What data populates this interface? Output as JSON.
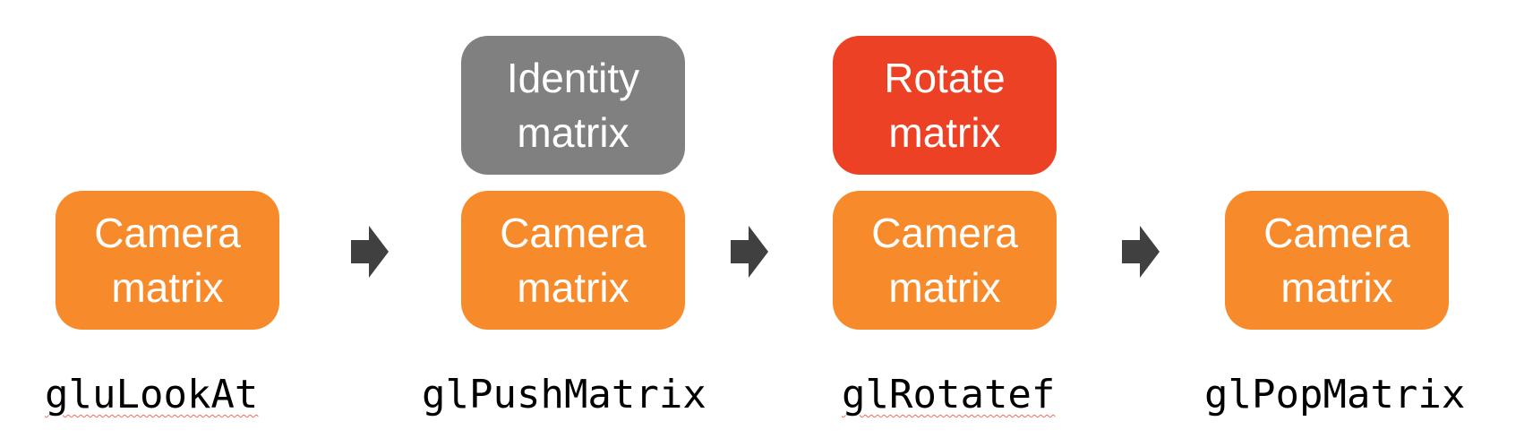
{
  "diagram": {
    "columns": [
      {
        "function": "gluLookAt",
        "spellcheck_underline": true,
        "boxes": [
          {
            "kind": "camera",
            "text": "Camera matrix"
          }
        ]
      },
      {
        "function": "glPushMatrix",
        "spellcheck_underline": false,
        "boxes": [
          {
            "kind": "identity",
            "text": "Identity matrix"
          },
          {
            "kind": "camera",
            "text": "Camera matrix"
          }
        ]
      },
      {
        "function": "glRotatef",
        "spellcheck_underline": true,
        "boxes": [
          {
            "kind": "rotate",
            "text": "Rotate matrix"
          },
          {
            "kind": "camera",
            "text": "Camera matrix"
          }
        ]
      },
      {
        "function": "glPopMatrix",
        "spellcheck_underline": false,
        "boxes": [
          {
            "kind": "camera",
            "text": "Camera matrix"
          }
        ]
      }
    ],
    "arrow": {
      "glyph": "right-arrow",
      "direction": "right"
    },
    "colors": {
      "camera_box": "#F78B2C",
      "identity_box": "#808080",
      "rotate_box": "#EC4125",
      "arrow": "#404040",
      "box_text": "#FFFFFF",
      "label_text": "#000000",
      "spellcheck_squiggle": "#EF6A5E",
      "background": "#FFFFFF"
    }
  }
}
